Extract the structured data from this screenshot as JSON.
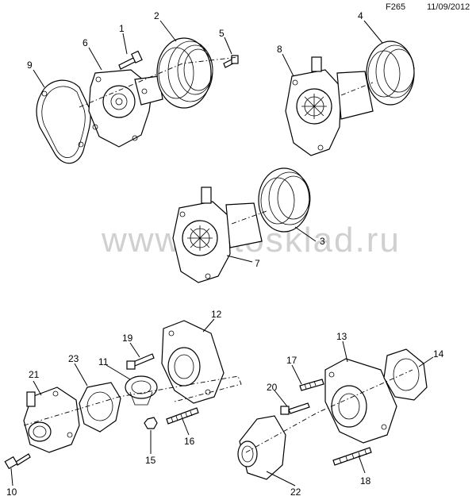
{
  "header": {
    "code": "F265",
    "date": "11/09/2012"
  },
  "watermark": "www.autosklad.ru",
  "callouts": [
    {
      "id": "c1",
      "label": "1"
    },
    {
      "id": "c2",
      "label": "2"
    },
    {
      "id": "c3",
      "label": "3"
    },
    {
      "id": "c4",
      "label": "4"
    },
    {
      "id": "c5",
      "label": "5"
    },
    {
      "id": "c6",
      "label": "6"
    },
    {
      "id": "c7",
      "label": "7"
    },
    {
      "id": "c8",
      "label": "8"
    },
    {
      "id": "c9",
      "label": "9"
    },
    {
      "id": "c10",
      "label": "10"
    },
    {
      "id": "c11",
      "label": "11"
    },
    {
      "id": "c12",
      "label": "12"
    },
    {
      "id": "c13",
      "label": "13"
    },
    {
      "id": "c14",
      "label": "14"
    },
    {
      "id": "c15",
      "label": "15"
    },
    {
      "id": "c16",
      "label": "16"
    },
    {
      "id": "c17",
      "label": "17"
    },
    {
      "id": "c18",
      "label": "18"
    },
    {
      "id": "c19",
      "label": "19"
    },
    {
      "id": "c20",
      "label": "20"
    },
    {
      "id": "c21",
      "label": "21"
    },
    {
      "id": "c22",
      "label": "22"
    },
    {
      "id": "c23",
      "label": "23"
    }
  ]
}
